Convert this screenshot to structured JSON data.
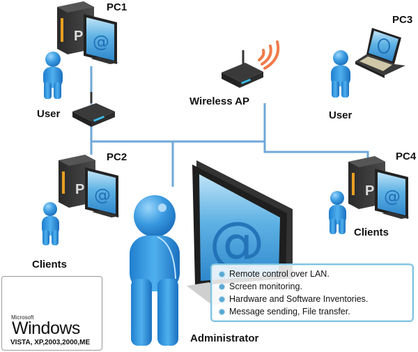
{
  "diagram": {
    "title": "LAN remote administration network",
    "nodes": {
      "pc1": {
        "label": "PC1",
        "type": "desktop",
        "icon": "desktop-computer-icon"
      },
      "pc2": {
        "label": "PC2",
        "type": "desktop",
        "icon": "desktop-computer-icon"
      },
      "pc3": {
        "label": "PC3",
        "type": "laptop",
        "icon": "laptop-icon"
      },
      "pc4": {
        "label": "PC4",
        "type": "desktop",
        "icon": "desktop-computer-icon"
      },
      "router": {
        "label": "",
        "type": "router",
        "icon": "router-icon"
      },
      "wireless_ap": {
        "label": "Wireless AP",
        "type": "wireless-router",
        "icon": "wireless-router-icon"
      },
      "admin_monitor": {
        "label": "",
        "type": "monitor",
        "icon": "monitor-icon"
      }
    },
    "people": {
      "user1": {
        "label": "User",
        "icon": "person-icon"
      },
      "user2": {
        "label": "User",
        "icon": "person-icon"
      },
      "clients1": {
        "label": "Clients",
        "icon": "person-icon"
      },
      "clients2": {
        "label": "Clients",
        "icon": "person-icon"
      },
      "administrator": {
        "label": "Administrator",
        "icon": "person-icon"
      }
    },
    "edges": [
      [
        "pc1",
        "router"
      ],
      [
        "router",
        "pc2"
      ],
      [
        "router",
        "administrator"
      ],
      [
        "router",
        "wireless_ap"
      ],
      [
        "wireless_ap",
        "pc4"
      ]
    ],
    "features": [
      "Remote control over LAN.",
      "Screen monitoring.",
      "Hardware and Software Inventories.",
      "Message sending, File transfer."
    ],
    "windows_badge": {
      "brand": "Microsoft",
      "product": "Windows",
      "versions": "VISTA, XP,2003,2000,ME"
    },
    "colors": {
      "line": "#6fa7d8",
      "person": "#2f8fd8",
      "screen": "#4aa3dc",
      "device": "#2a2a2a",
      "wifi": "#f07a4a",
      "feature_border": "#7ec4e0"
    }
  }
}
